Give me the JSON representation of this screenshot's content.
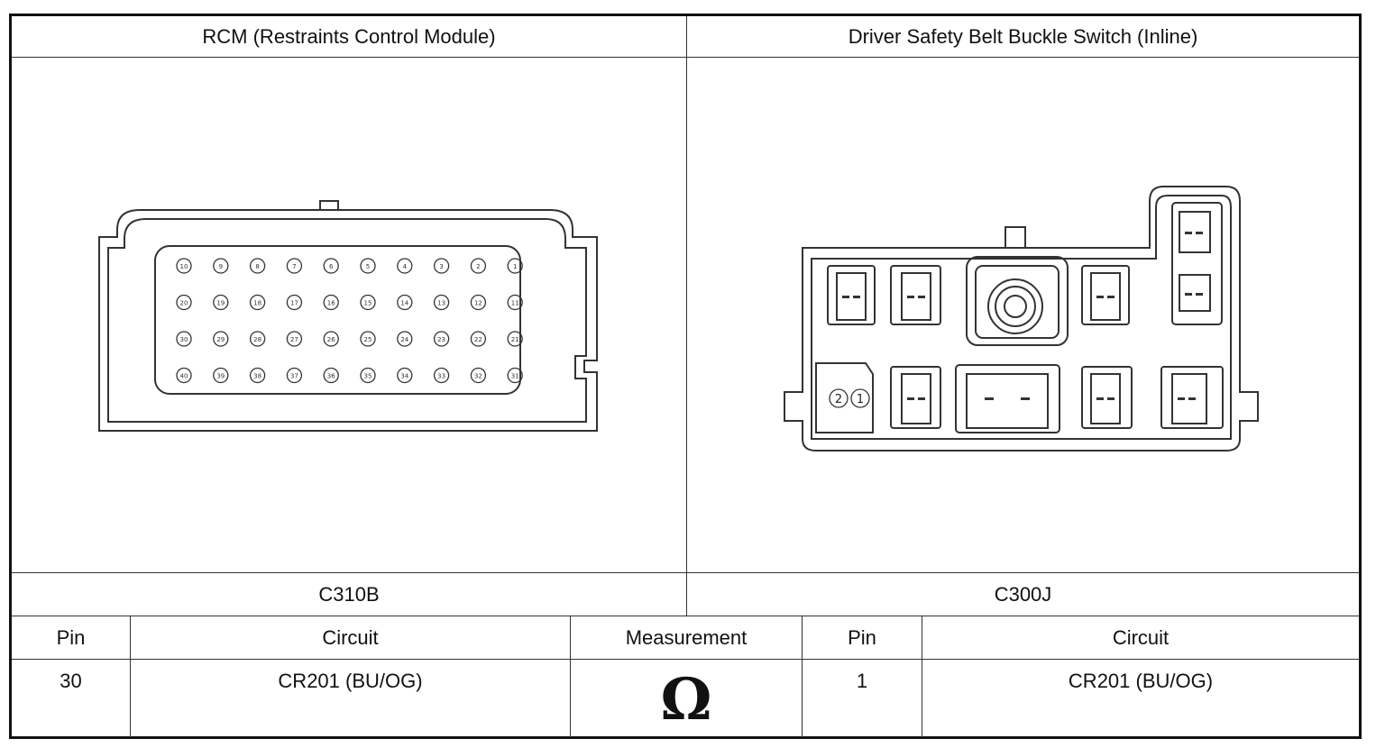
{
  "headers": {
    "left_connector_title": "RCM (Restraints Control Module)",
    "right_connector_title": "Driver Safety Belt Buckle Switch (Inline)"
  },
  "connectors": {
    "left_id": "C310B",
    "right_id": "C300J",
    "left_face": {
      "rows": [
        [
          "10",
          "9",
          "8",
          "7",
          "6",
          "5",
          "4",
          "3",
          "2",
          "1"
        ],
        [
          "20",
          "19",
          "18",
          "17",
          "16",
          "15",
          "14",
          "13",
          "12",
          "11"
        ],
        [
          "30",
          "29",
          "28",
          "27",
          "26",
          "25",
          "24",
          "23",
          "22",
          "21"
        ],
        [
          "40",
          "39",
          "38",
          "37",
          "36",
          "35",
          "34",
          "33",
          "32",
          "31"
        ]
      ]
    },
    "right_face": {
      "pin_labels": [
        "2",
        "1"
      ]
    }
  },
  "table": {
    "columns": [
      "Pin",
      "Circuit",
      "Measurement",
      "Pin",
      "Circuit"
    ],
    "row": {
      "left_pin": "30",
      "left_circuit": "CR201 (BU/OG)",
      "measurement_symbol": "Ω",
      "right_pin": "1",
      "right_circuit": "CR201 (BU/OG)"
    }
  }
}
